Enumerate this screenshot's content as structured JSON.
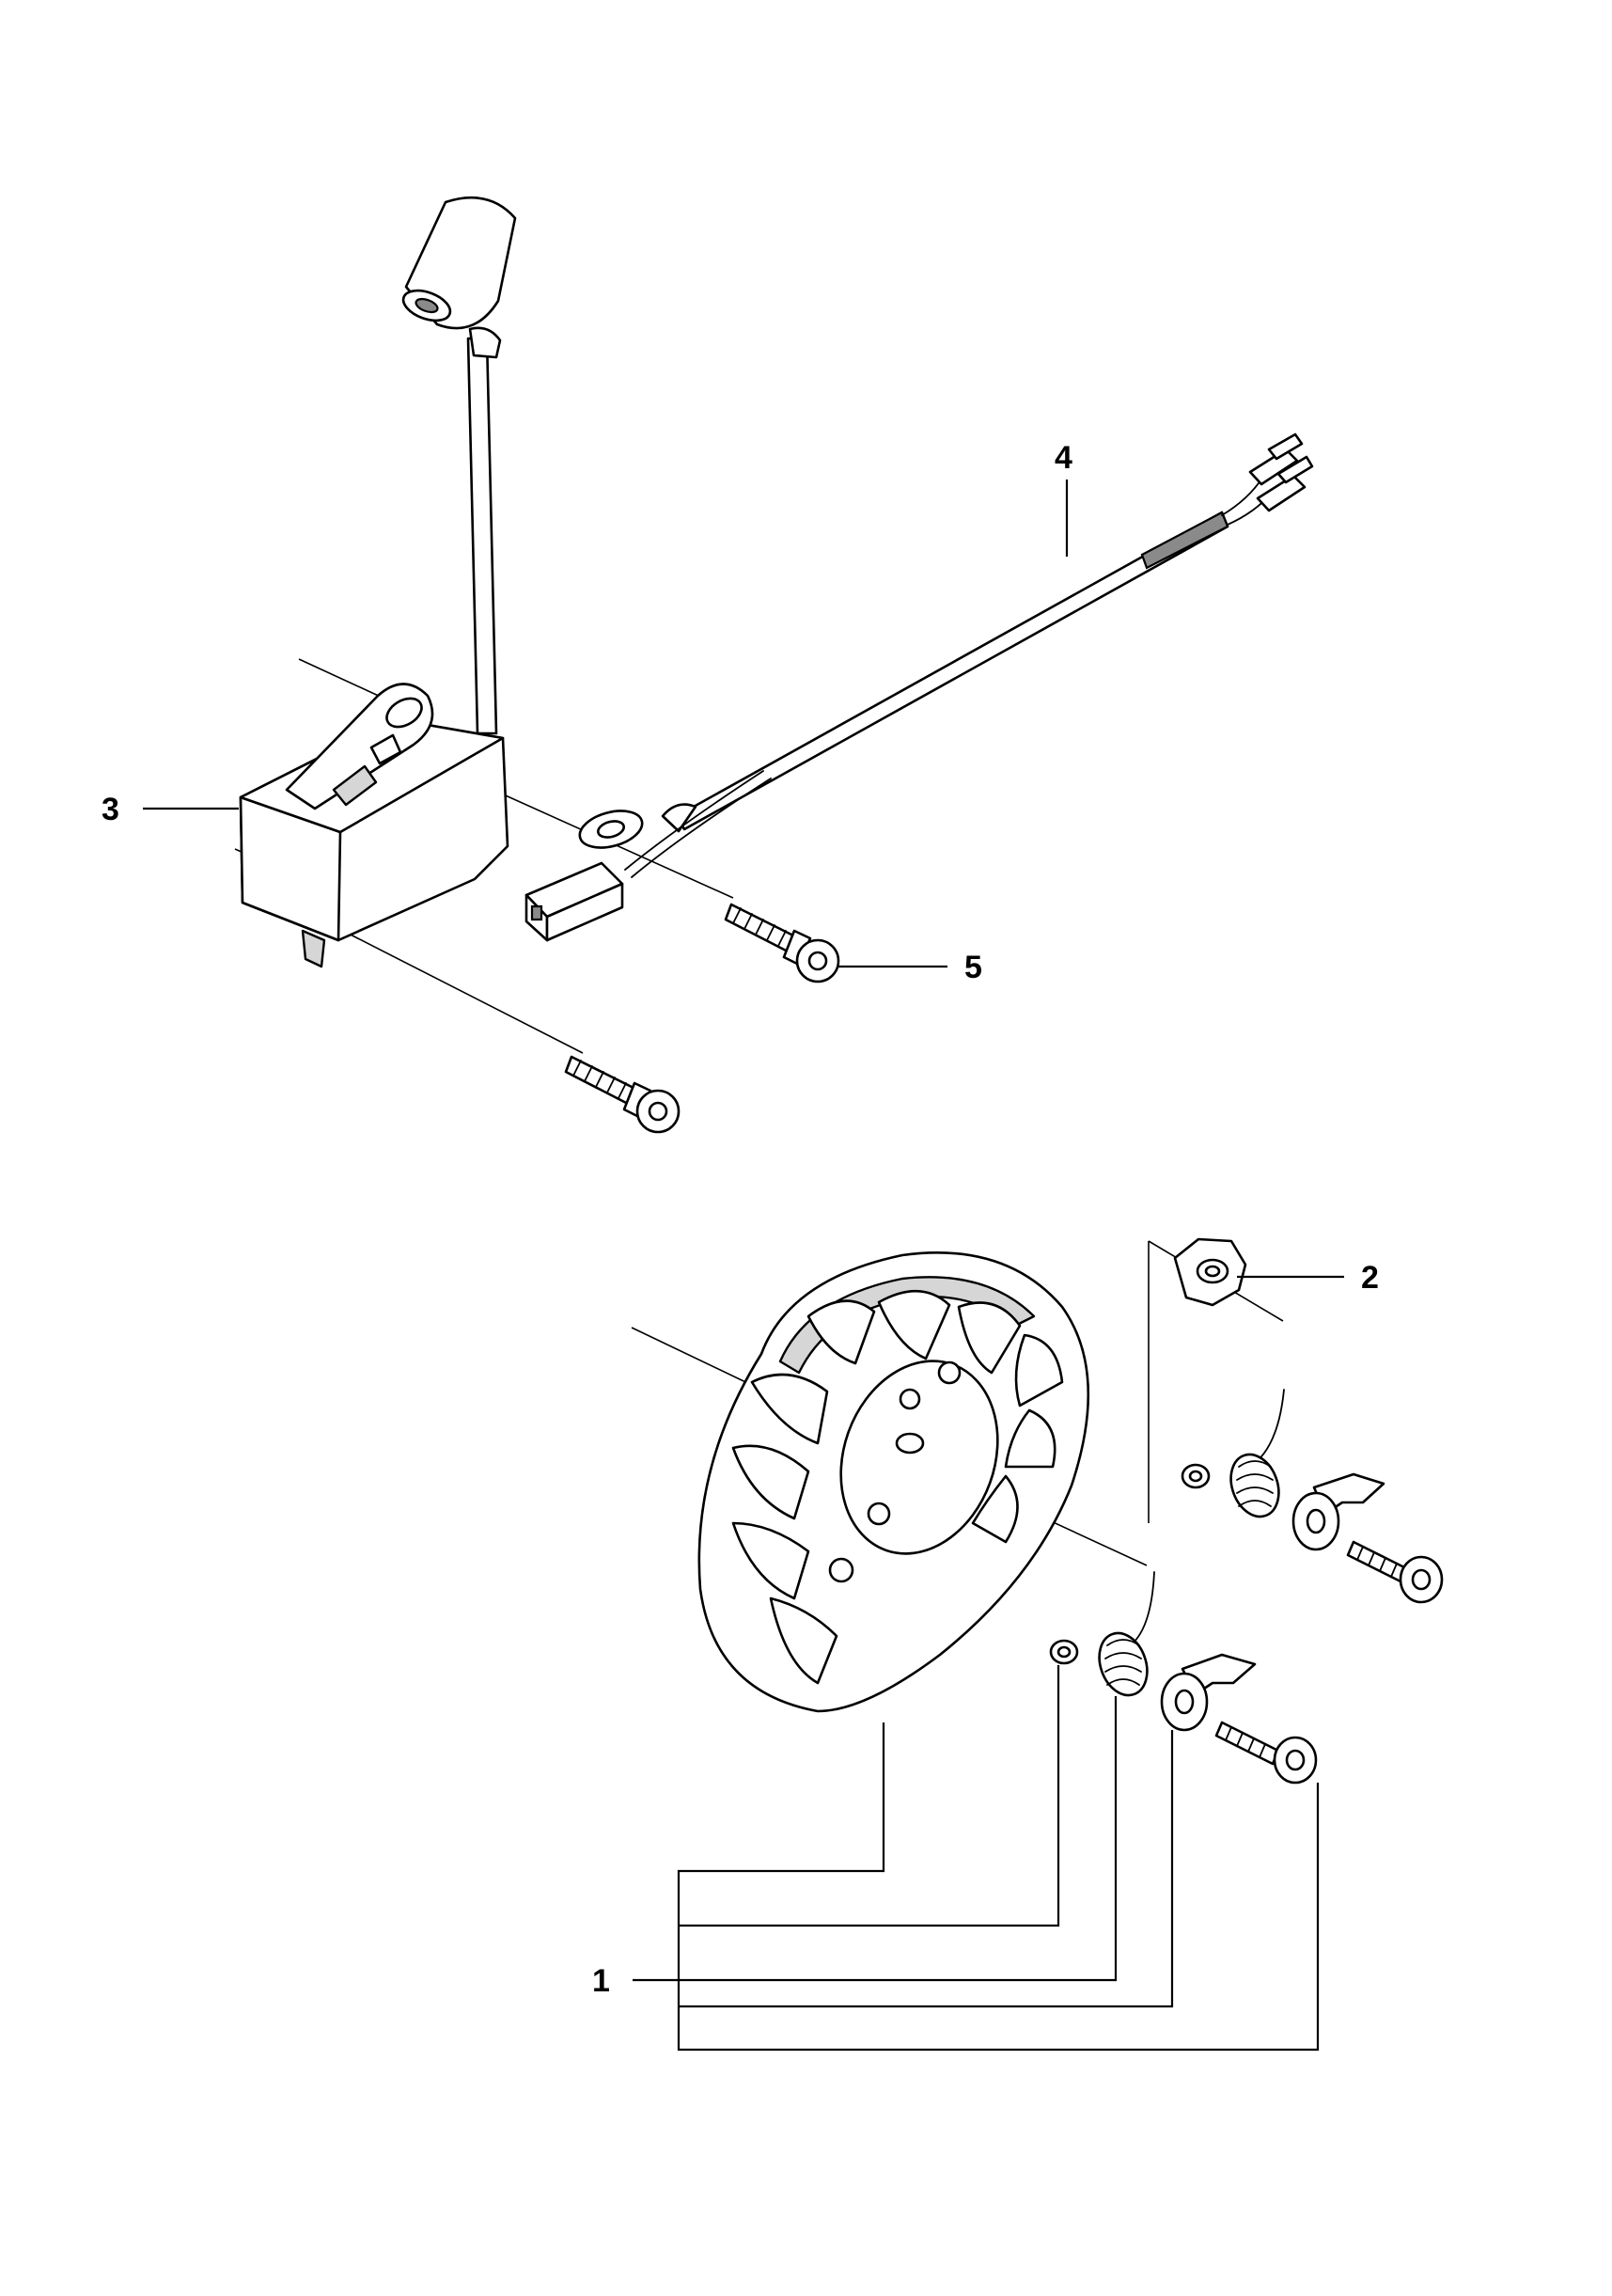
{
  "callouts": [
    {
      "id": "1",
      "label": "1"
    },
    {
      "id": "2",
      "label": "2"
    },
    {
      "id": "3",
      "label": "3"
    },
    {
      "id": "4",
      "label": "4"
    },
    {
      "id": "5",
      "label": "5"
    }
  ],
  "colors": {
    "line": "#000000",
    "shade": "#d6d6d6",
    "background": "#ffffff"
  }
}
